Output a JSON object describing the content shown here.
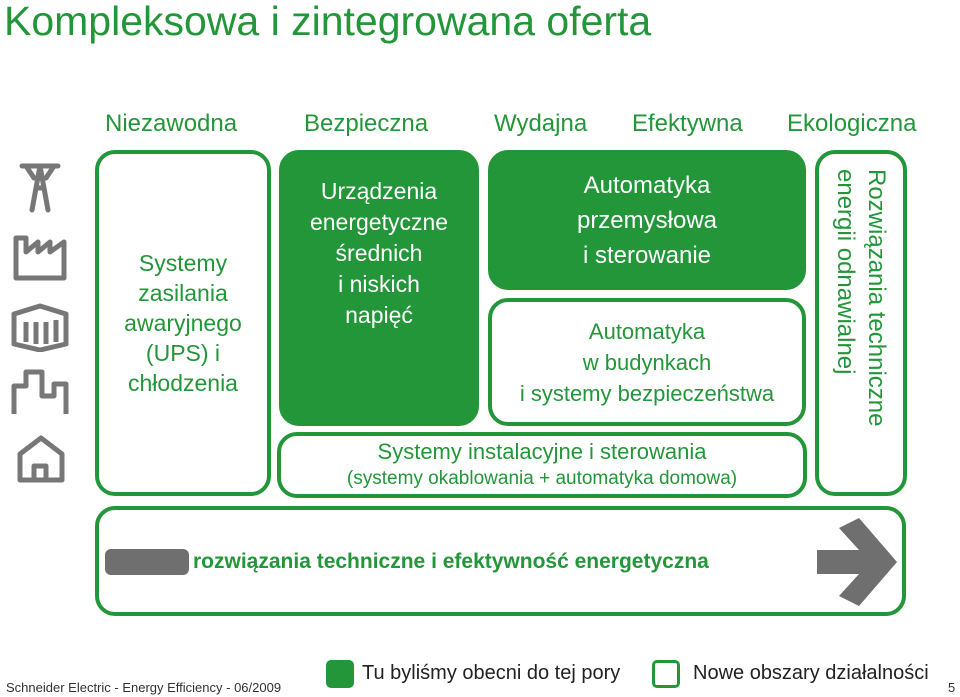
{
  "title": "Kompleksowa i zintegrowana oferta",
  "columns": [
    "Niezawodna",
    "Bezpieczna",
    "Wydajna",
    "Efektywna",
    "Ekologiczna"
  ],
  "boxes": {
    "ups": [
      "Systemy",
      "zasilania",
      "awaryjnego",
      "(UPS) i",
      "chłodzenia"
    ],
    "medium_voltage": [
      "Urządzenia",
      "energetyczne",
      "średnich",
      "i niskich",
      "napięć"
    ],
    "industrial": [
      "Automatyka",
      "przemysłowa",
      "i sterowanie"
    ],
    "buildings": [
      "Automatyka",
      "w budynkach",
      "i systemy bezpieczeństwa"
    ],
    "installation": [
      "Systemy instalacyjne i sterowania",
      "(systemy okablowania + automatyka domowa)"
    ],
    "renewable": [
      "Rozwiązania techniczne",
      "energii odnawialnej"
    ]
  },
  "banner": "rozwiązania techniczne i efektywność energetyczna",
  "legend": {
    "filled_label": "Tu byliśmy obecni do tej pory",
    "outline_label": "Nowe obszary działalności"
  },
  "footer": {
    "company": "Schneider Electric - Energy Efficiency - 06/2009",
    "page": "5"
  },
  "colors": {
    "green": "#239639",
    "arrow_gray": "#6f6f6f",
    "icon_gray": "#777777"
  },
  "icons": [
    "power-pylon-icon",
    "factory-icon",
    "data-center-icon",
    "buildings-icon",
    "house-icon"
  ]
}
